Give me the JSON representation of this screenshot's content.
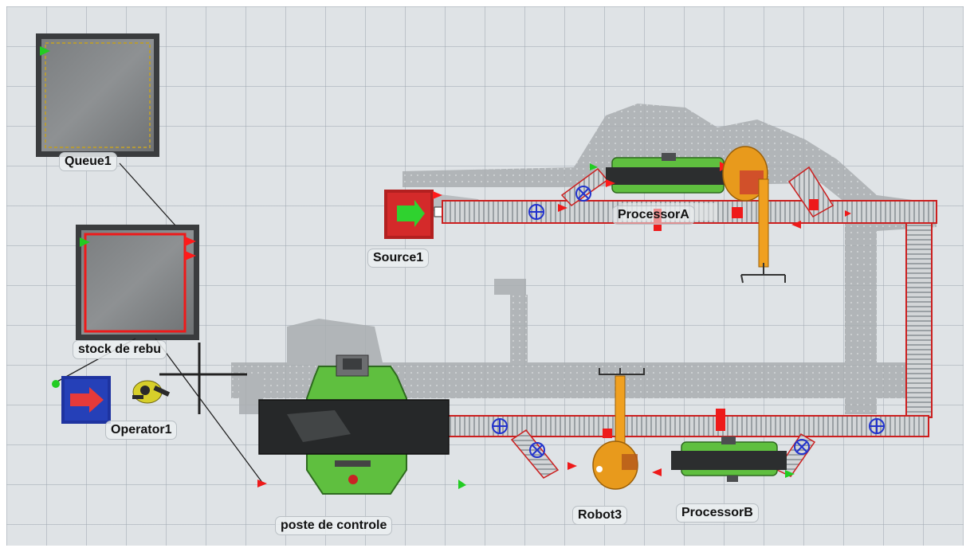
{
  "objects": {
    "queue1": {
      "label": "Queue1"
    },
    "stock": {
      "label": "stock de rebu"
    },
    "source1": {
      "label": "Source1"
    },
    "processorA": {
      "label": "ProcessorA"
    },
    "processorB": {
      "label": "ProcessorB"
    },
    "robot3": {
      "label": "Robot3"
    },
    "operator1": {
      "label": "Operator1"
    },
    "poste": {
      "label": "poste de controle"
    }
  },
  "colors": {
    "floor": "#dfe3e6",
    "conveyor": "#c9cdd0",
    "conveyor_edge": "#cc1f1f",
    "processor_green": "#5fbf3f",
    "robot_orange": "#f0a020",
    "port_red": "#ff1a1a",
    "port_green": "#22cc22",
    "source_red": "#d42a2a",
    "dispatcher_blue": "#2540b8"
  },
  "icons": {
    "source": "green-arrow-icon",
    "dispatcher": "red-arrow-icon",
    "sensor": "blue-crosshair-icon"
  }
}
